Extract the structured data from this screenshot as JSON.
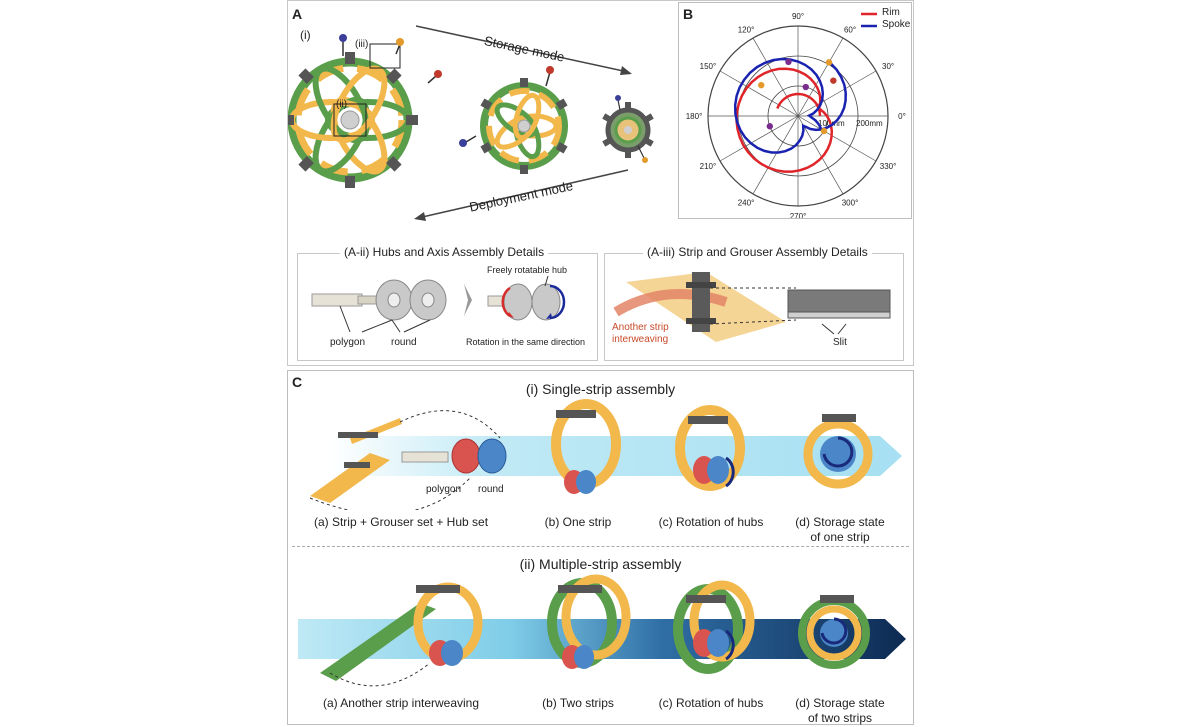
{
  "panelA": {
    "letter": "A",
    "roman_i": "(i)",
    "roman_ii": "(ii)",
    "roman_iii": "(iii)",
    "storage_mode": "Storage mode",
    "deployment_mode": "Deployment mode",
    "box_ii": {
      "title": "(A-ii) Hubs and Axis Assembly Details",
      "polygon": "polygon",
      "round": "round",
      "freely_rotatable": "Freely rotatable hub",
      "rotation_same": "Rotation in the same direction"
    },
    "box_iii": {
      "title": "(A-iii) Strip and Grouser Assembly Details",
      "another_strip_line1": "Another strip",
      "another_strip_line2": "interweaving",
      "slit": "Slit"
    }
  },
  "panelB": {
    "letter": "B",
    "legend": [
      {
        "name": "Rim",
        "color": "#e0252a"
      },
      {
        "name": "Spoke",
        "color": "#1a23b0"
      }
    ],
    "angle_labels": [
      "0°",
      "30°",
      "60°",
      "90°",
      "120°",
      "150°",
      "180°",
      "210°",
      "240°",
      "270°",
      "300°",
      "330°"
    ],
    "radial_labels": [
      "100mm",
      "200mm"
    ]
  },
  "panelC": {
    "letter": "C",
    "single_title": "(i) Single-strip assembly",
    "multi_title": "(ii) Multiple-strip assembly",
    "polygon": "polygon",
    "round": "round",
    "single_captions": [
      {
        "line1": "(a) Strip + Grouser set + Hub set",
        "line2": ""
      },
      {
        "line1": "(b) One strip",
        "line2": ""
      },
      {
        "line1": "(c) Rotation of hubs",
        "line2": ""
      },
      {
        "line1": "(d) Storage state",
        "line2": "of one strip"
      }
    ],
    "multi_captions": [
      {
        "line1": "(a) Another strip interweaving",
        "line2": ""
      },
      {
        "line1": "(b) Two strips",
        "line2": ""
      },
      {
        "line1": "(c) Rotation of hubs",
        "line2": ""
      },
      {
        "line1": "(d) Storage state",
        "line2": "of two strips"
      }
    ]
  },
  "colors": {
    "orange_strip": "#f2b84b",
    "green_strip": "#5a9e4b",
    "hub_red": "#d9534f",
    "hub_blue": "#4a86c8",
    "grouser": "#555555",
    "arrow_light": "#bfe9f5",
    "arrow_dark": "#0d2a52"
  }
}
